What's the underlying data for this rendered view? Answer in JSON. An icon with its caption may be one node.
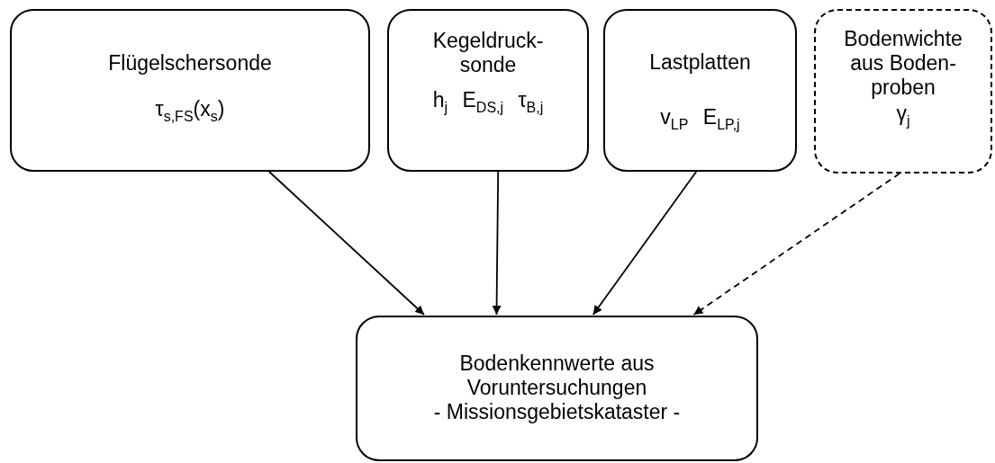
{
  "diagram": {
    "nodes": [
      {
        "text": [
          "Flügelschersonde",
          "τ$_{s,FS}$(x$_{s}$)"
        ]
      },
      {
        "text": [
          "Kegeldruck- sonde",
          "h$_{j}$ E$_{DS,j}$ τ$_{B,j}$"
        ]
      },
      {
        "text": [
          "Lastplatten",
          "v$_{LP}$ E$_{LP,j}$"
        ]
      },
      {
        "text": [
          "Bodenwichte aus Boden- proben",
          "γ$_{j}$"
        ]
      },
      {
        "text": [
          "Bodenkennwerte aus Voruntersuchungen",
          "- Missionsgebietskataster -"
        ]
      }
    ],
    "edges": [
      {
        "from": 0,
        "to": 4,
        "arrow": "to"
      },
      {
        "from": 1,
        "to": 4,
        "arrow": "to"
      },
      {
        "from": 2,
        "to": 4,
        "arrow": "to"
      },
      {
        "from": 3,
        "to": 4,
        "arrow": "to",
        "style": "dashed"
      }
    ]
  }
}
